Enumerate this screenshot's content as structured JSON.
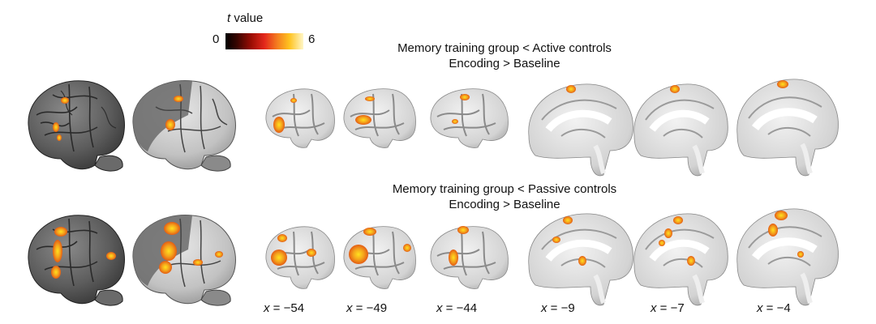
{
  "legend": {
    "title_var": "t",
    "title_rest": " value",
    "min": "0",
    "max": "6"
  },
  "rows": [
    {
      "line1": "Memory training group < Active controls",
      "line2": "Encoding > Baseline"
    },
    {
      "line1": "Memory training group < Passive controls",
      "line2": "Encoding > Baseline"
    }
  ],
  "slices": [
    {
      "var": "x",
      "value": "= −54"
    },
    {
      "var": "x",
      "value": "= −49"
    },
    {
      "var": "x",
      "value": "= −44"
    },
    {
      "var": "x",
      "value": "= −9"
    },
    {
      "var": "x",
      "value": "= −7"
    },
    {
      "var": "x",
      "value": "= −4"
    }
  ],
  "colors": {
    "activation_low": "#e35d14",
    "activation_mid": "#f4a21c",
    "activation_high": "#ffe11f",
    "cortex_dark": "#5a5a5a",
    "cortex_light": "#cfcfcf"
  }
}
